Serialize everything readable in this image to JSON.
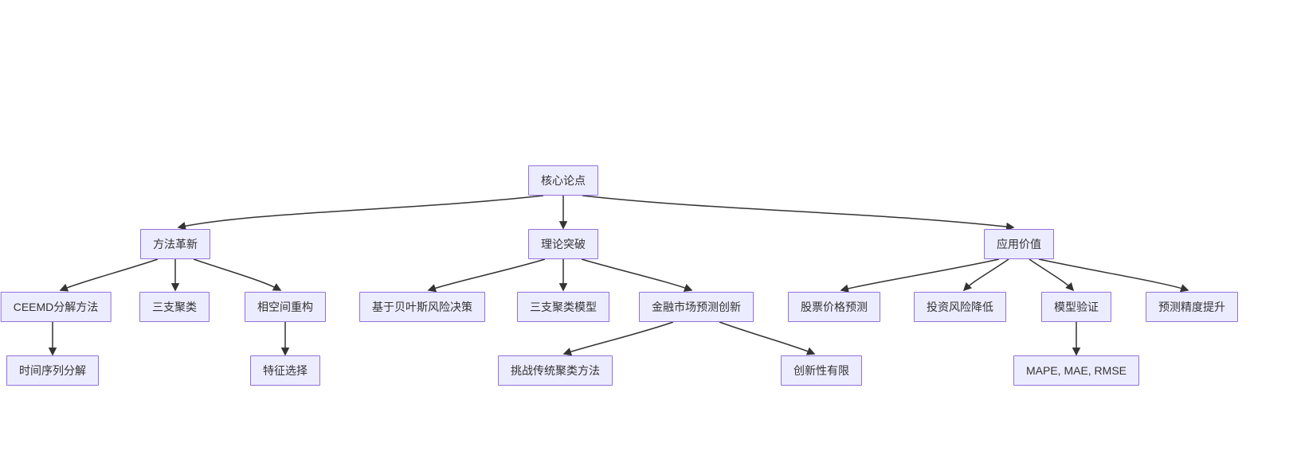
{
  "diagram": {
    "type": "flowchart-top-down",
    "colors": {
      "background": "#ffffff",
      "node_fill": "#ECECFF",
      "node_border": "#9370DB",
      "edge": "#333333",
      "text": "#333333"
    },
    "nodes": {
      "root": {
        "label": "核心论点"
      },
      "method": {
        "label": "方法革新"
      },
      "theory": {
        "label": "理论突破"
      },
      "application": {
        "label": "应用价值"
      },
      "ceemd": {
        "label": "CEEMD分解方法"
      },
      "three_way": {
        "label": "三支聚类"
      },
      "phase_space": {
        "label": "相空间重构"
      },
      "bayes": {
        "label": "基于贝叶斯风险决策"
      },
      "three_way_model": {
        "label": "三支聚类模型"
      },
      "finance_innovation": {
        "label": "金融市场预测创新"
      },
      "stock_prediction": {
        "label": "股票价格预测"
      },
      "risk_reduction": {
        "label": "投资风险降低"
      },
      "model_validation": {
        "label": "模型验证"
      },
      "accuracy_improvement": {
        "label": "预测精度提升"
      },
      "time_series": {
        "label": "时间序列分解"
      },
      "feature_selection": {
        "label": "特征选择"
      },
      "challenge_clustering": {
        "label": "挑战传统聚类方法"
      },
      "limited_innovation": {
        "label": "创新性有限"
      },
      "metrics": {
        "label": "MAPE, MAE, RMSE"
      }
    },
    "edges": [
      {
        "from": "root",
        "to": "method"
      },
      {
        "from": "root",
        "to": "theory"
      },
      {
        "from": "root",
        "to": "application"
      },
      {
        "from": "method",
        "to": "ceemd"
      },
      {
        "from": "method",
        "to": "three_way"
      },
      {
        "from": "method",
        "to": "phase_space"
      },
      {
        "from": "theory",
        "to": "bayes"
      },
      {
        "from": "theory",
        "to": "three_way_model"
      },
      {
        "from": "theory",
        "to": "finance_innovation"
      },
      {
        "from": "application",
        "to": "stock_prediction"
      },
      {
        "from": "application",
        "to": "risk_reduction"
      },
      {
        "from": "application",
        "to": "model_validation"
      },
      {
        "from": "application",
        "to": "accuracy_improvement"
      },
      {
        "from": "ceemd",
        "to": "time_series"
      },
      {
        "from": "phase_space",
        "to": "feature_selection"
      },
      {
        "from": "finance_innovation",
        "to": "challenge_clustering"
      },
      {
        "from": "finance_innovation",
        "to": "limited_innovation"
      },
      {
        "from": "model_validation",
        "to": "metrics"
      }
    ]
  }
}
